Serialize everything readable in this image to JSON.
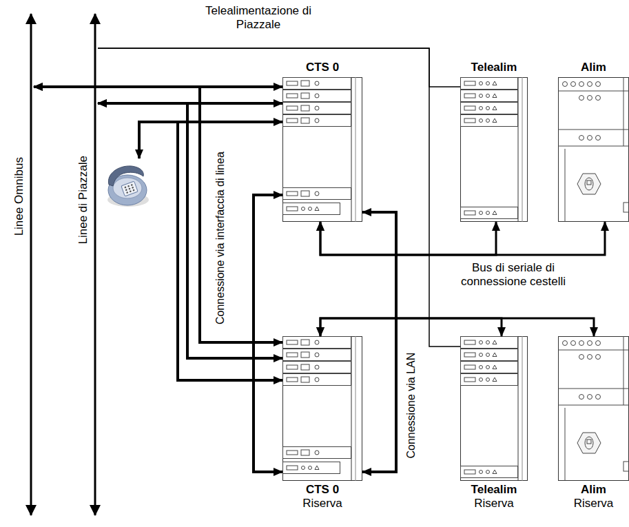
{
  "diagram": {
    "nodes": [
      {
        "text": [
          "Linee Omnibus"
        ]
      },
      {
        "text": [
          "Linee di Piazzale"
        ]
      },
      {
        "text": [
          "CTS 0"
        ]
      },
      {
        "text": [
          "Telealim"
        ]
      },
      {
        "text": [
          "Alim"
        ]
      },
      {
        "text": [
          "CTS 0",
          "Riserva"
        ]
      },
      {
        "text": [
          "Telealim",
          "Riserva"
        ]
      },
      {
        "text": [
          "Alim",
          "Riserva"
        ]
      }
    ],
    "edges": [
      {
        "from": 1,
        "to": 3,
        "arrow": "none",
        "label": "Telealimentazione di Piazzale"
      },
      {
        "from": 1,
        "to": 6,
        "arrow": "none"
      },
      {
        "from": 0,
        "to": 2,
        "arrow": "both"
      },
      {
        "from": 1,
        "to": 2,
        "arrow": "both"
      },
      {
        "from": 0,
        "to": 5,
        "arrow": "both"
      },
      {
        "from": 1,
        "to": 5,
        "arrow": "both"
      },
      {
        "from": 2,
        "to": 5,
        "arrow": "both",
        "label": "Connessione via interfaccia di linea"
      },
      {
        "from": 2,
        "to": 5,
        "arrow": "both",
        "label": "Connessione via LAN"
      },
      {
        "from": 2,
        "to": 3,
        "arrow": "both"
      },
      {
        "from": 2,
        "to": 4,
        "arrow": "both"
      },
      {
        "from": 5,
        "to": 6,
        "arrow": "both"
      },
      {
        "from": 5,
        "to": 7,
        "arrow": "both"
      }
    ],
    "labels": [
      "Bus di seriale di connessione cestelli"
    ]
  }
}
